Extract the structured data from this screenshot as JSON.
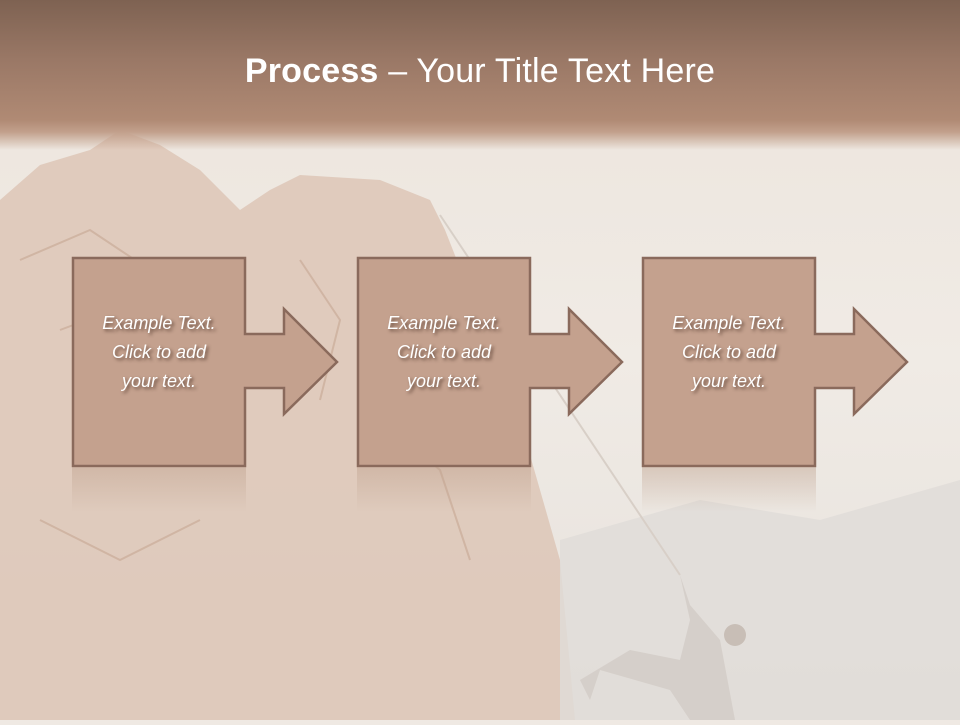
{
  "slide": {
    "title_bold": "Process",
    "title_rest": " – Your Title Text Here"
  },
  "colors": {
    "header_top": "#7e6252",
    "header_bottom": "#b08a74",
    "box_fill": "#c4a18e",
    "box_border": "#8a6a5c",
    "text": "#ffffff"
  },
  "steps": [
    {
      "line1": "Example Text.",
      "line2": "Click  to add",
      "line3": "your text."
    },
    {
      "line1": "Example Text.",
      "line2": "Click  to add",
      "line3": "your text."
    },
    {
      "line1": "Example Text.",
      "line2": "Click  to add",
      "line3": "your text."
    }
  ]
}
